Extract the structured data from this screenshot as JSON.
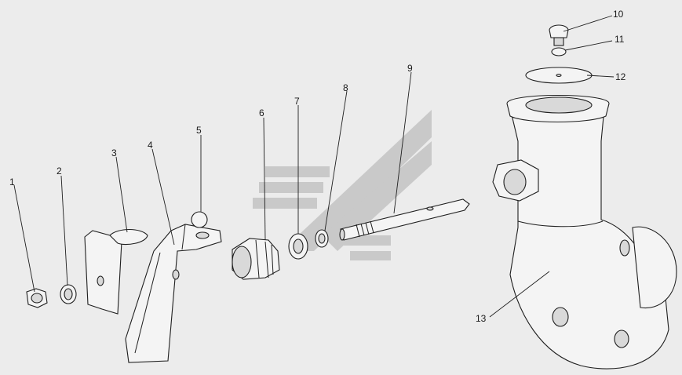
{
  "diagram": {
    "background": "#ececec",
    "watermark_color": "#c9c9c9",
    "line_color": "#1f1f1f",
    "callouts": [
      "1",
      "2",
      "3",
      "4",
      "5",
      "6",
      "7",
      "8",
      "9",
      "10",
      "11",
      "12",
      "13"
    ]
  }
}
